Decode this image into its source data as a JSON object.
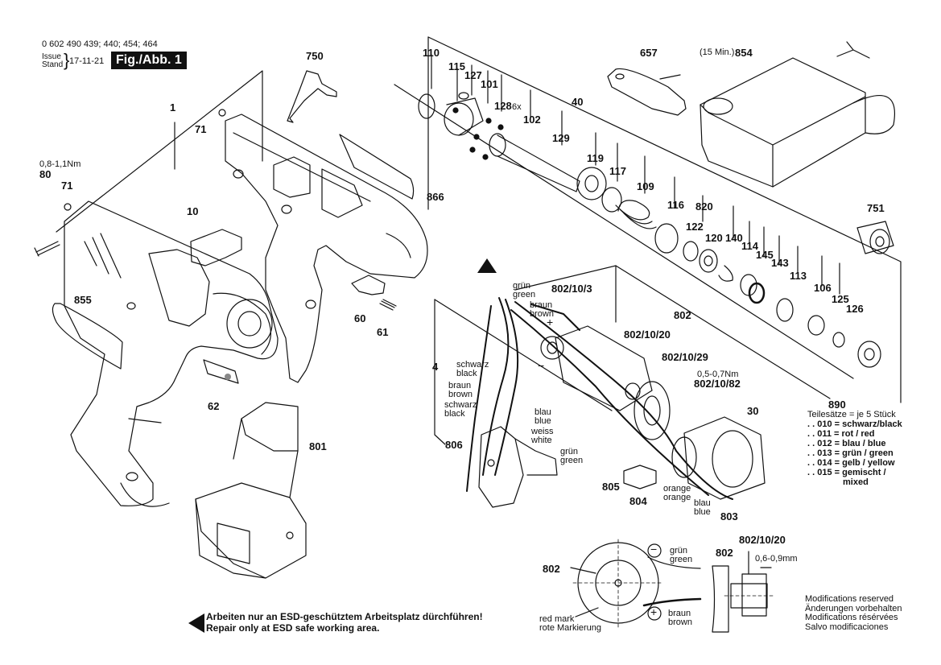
{
  "header": {
    "doc_number": "0 602 490 439; 440; 454; 464",
    "issue_label": "Issue",
    "stand_label": "Stand",
    "issue_date": "17-11-21",
    "figure_label": "Fig./Abb. 1"
  },
  "part_labels": {
    "p1": "1",
    "p71a": "71",
    "p71b": "71",
    "p80": "80",
    "torque80": "0,8-1,1Nm",
    "p10": "10",
    "p750": "750",
    "p866": "866",
    "p855": "855",
    "p60": "60",
    "p61": "61",
    "p62": "62",
    "p801": "801",
    "p110": "110",
    "p115": "115",
    "p127": "127",
    "p101": "101",
    "p128": "128",
    "qty128": "6x",
    "p102": "102",
    "p129": "129",
    "p40": "40",
    "p119": "119",
    "p117": "117",
    "p109": "109",
    "p116": "116",
    "p820": "820",
    "p122": "122",
    "p120": "120",
    "p140": "140",
    "p114": "114",
    "p145": "145",
    "p143": "143",
    "p113": "113",
    "p106": "106",
    "p125": "125",
    "p126": "126",
    "p890": "890",
    "p751": "751",
    "p657": "657",
    "p854": "854",
    "charge_time": "(15 Min.)",
    "p4": "4",
    "p806": "806",
    "p805": "805",
    "p804": "804",
    "p803": "803",
    "p802_10_3": "802/10/3",
    "p802": "802",
    "p802_10_20": "802/10/20",
    "p802_10_29": "802/10/29",
    "torque802_10_82": "0,5-0,7Nm",
    "p802_10_82": "802/10/82",
    "p30": "30",
    "detail_802": "802",
    "detail2_802": "802",
    "detail2_802_10_20": "802/10/20",
    "gap": "0,6-0,9mm"
  },
  "wire_labels": {
    "gruen_top": "grün",
    "green_top": "green",
    "braun_top": "braun",
    "brown_top": "brown",
    "schwarz1": "schwarz",
    "black1": "black",
    "braun2": "braun",
    "brown2": "brown",
    "schwarz2": "schwarz",
    "black2": "black",
    "blau": "blau",
    "blue": "blue",
    "weiss": "weiss",
    "white": "white",
    "gruen_mid": "grün",
    "green_mid": "green",
    "orange_de": "orange",
    "orange_en": "orange",
    "blau2": "blau",
    "blue2": "blue",
    "plus": "+",
    "minus": "−"
  },
  "detail_labels": {
    "gruen": "grün",
    "green": "green",
    "braun": "braun",
    "brown": "brown",
    "red_mark": "red mark",
    "rote_markierung": "rote Markierung",
    "minus": "−",
    "plus": "+"
  },
  "legend": {
    "title": "Teilesätze = je 5 Stück",
    "rows": [
      ". . 010 = schwarz/black",
      ". . 011 = rot / red",
      ". . 012 = blau / blue",
      ". . 013 = grün / green",
      ". . 014 = gelb / yellow",
      ". . 015 = gemischt /",
      "              mixed"
    ]
  },
  "notices": {
    "esd_de": "Arbeiten nur an ESD-geschütztem Arbeitsplatz dürchführen!",
    "esd_en": "Repair only at ESD safe working area.",
    "mods": [
      "Modifications reserved",
      "Änderungen vorbehalten",
      "Modifications résérvées",
      "Salvo modificaciones"
    ]
  }
}
